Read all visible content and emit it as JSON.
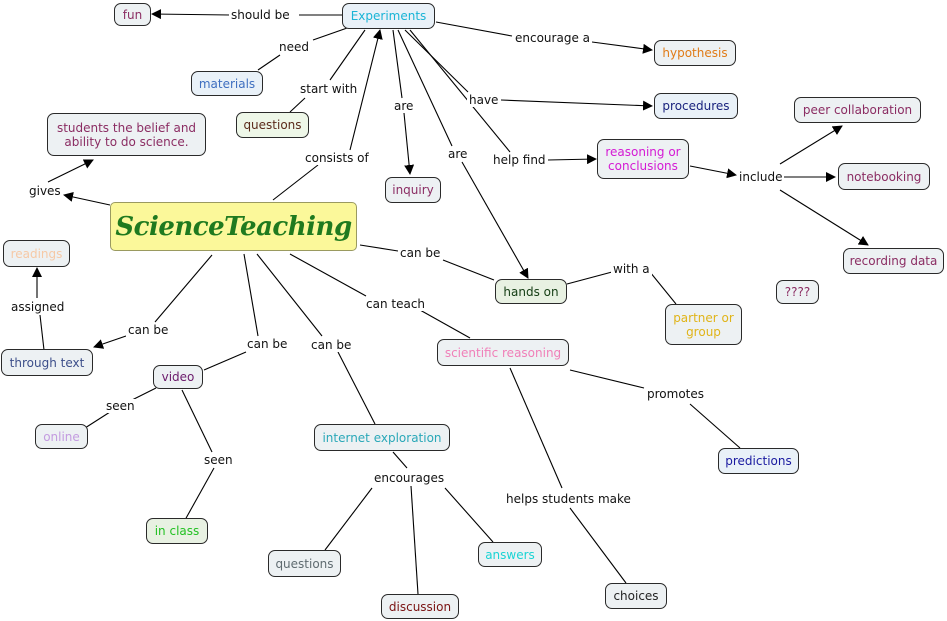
{
  "colors": {
    "line": "#000000",
    "root_fill": "#fbf89a",
    "root_text": "#1f7a1f"
  },
  "nodes": {
    "science_teaching": {
      "label": "ScienceTeaching",
      "color": "#1f7a1f"
    },
    "experiments": {
      "label": "Experiments",
      "color": "#19b4d6"
    },
    "fun": {
      "label": "fun",
      "color": "#8b2d63"
    },
    "materials": {
      "label": "materials",
      "color": "#3f6fc0"
    },
    "hypothesis": {
      "label": "hypothesis",
      "color": "#e07b17"
    },
    "questions_top": {
      "label": "questions",
      "color": "#5a2a1a"
    },
    "students_belief": {
      "label": "students the belief and\nability to do science.",
      "color": "#8b2d63"
    },
    "procedures": {
      "label": "procedures",
      "color": "#1a237e"
    },
    "peer_collaboration": {
      "label": "peer collaboration",
      "color": "#8b2d63"
    },
    "reasoning_conclusions": {
      "label": "reasoning or\nconclusions",
      "color": "#d41ad4"
    },
    "notebooking": {
      "label": "notebooking",
      "color": "#8b2d63"
    },
    "inquiry": {
      "label": "inquiry",
      "color": "#8b2d63"
    },
    "readings": {
      "label": "readings",
      "color": "#f6c9a6"
    },
    "recording_data": {
      "label": "recording data",
      "color": "#8b2d63"
    },
    "hands_on": {
      "label": "hands on",
      "color": "#143d14"
    },
    "question_marks": {
      "label": "????",
      "color": "#8b2d63"
    },
    "partner_group": {
      "label": "partner or\ngroup",
      "color": "#e0b419"
    },
    "through_text": {
      "label": "through text",
      "color": "#3d4f8a"
    },
    "scientific_reasoning": {
      "label": "scientific reasoning",
      "color": "#f07fb8"
    },
    "video": {
      "label": "video",
      "color": "#6b1a6b"
    },
    "online": {
      "label": "online",
      "color": "#c39be0"
    },
    "internet_exploration": {
      "label": "internet exploration",
      "color": "#2aa8b8"
    },
    "predictions": {
      "label": "predictions",
      "color": "#1a1aa0"
    },
    "in_class": {
      "label": "in class",
      "color": "#22c122"
    },
    "answers": {
      "label": "answers",
      "color": "#1ad4d4"
    },
    "questions_bottom": {
      "label": "questions",
      "color": "#5f6b70"
    },
    "choices": {
      "label": "choices",
      "color": "#222222"
    },
    "discussion": {
      "label": "discussion",
      "color": "#7a1212"
    }
  },
  "links": {
    "should_be": "should be",
    "need": "need",
    "encourage_a": "encourage a",
    "start_with": "start with",
    "are_inquiry": "are",
    "have": "have",
    "are_hands_on": "are",
    "consists_of": "consists of",
    "help_find": "help find",
    "include": "include",
    "gives": "gives",
    "can_be_hands_on": "can be",
    "with_a": "with a",
    "assigned": "assigned",
    "can_teach": "can teach",
    "can_be_text": "can be",
    "can_be_video": "can be",
    "can_be_internet": "can be",
    "seen_online": "seen",
    "promotes": "promotes",
    "seen_class": "seen",
    "encourages": "encourages",
    "helps_students_make": "helps students make"
  }
}
